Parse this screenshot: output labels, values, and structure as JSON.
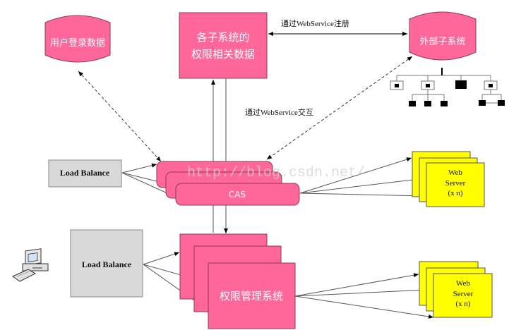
{
  "nodes": {
    "user_login_db": {
      "label": "用户登录数据"
    },
    "subsystem_permission_data": {
      "line1": "各子系统的",
      "line2": "权限相关数据"
    },
    "external_subsystem": {
      "label": "外部子系统"
    },
    "load_balance_top": {
      "label": "Load Balance"
    },
    "cas": {
      "label": "CAS"
    },
    "web_server_top": {
      "line1": "Web",
      "line2": "Server",
      "line3": "(x n)"
    },
    "load_balance_bottom": {
      "label": "Load Balance"
    },
    "permission_mgmt": {
      "label": "权限管理系统"
    },
    "web_server_bottom": {
      "line1": "Web",
      "line2": "Server",
      "line3": "(x n)"
    }
  },
  "edges": {
    "register_label": "通过WebService注册",
    "interact_label": "通过WebService交互"
  },
  "watermark": "http://blog.csdn.net/",
  "colors": {
    "pink": "#ff6699",
    "yellow": "#ffff00",
    "grey_box": "#d9d9d9"
  }
}
